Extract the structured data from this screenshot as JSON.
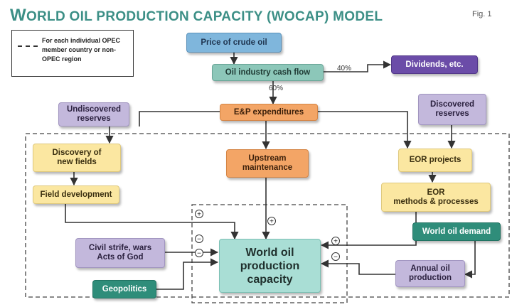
{
  "header": {
    "title_cap": "W",
    "title_rest": "ORLD OIL PRODUCTION CAPACITY (WOCAP) MODEL",
    "fig_label": "Fig. 1"
  },
  "legend": {
    "text": "For each individual OPEC member country or non-OPEC region"
  },
  "nodes": {
    "price": "Price of crude oil",
    "cashflow": "Oil industry cash flow",
    "dividends": "Dividends, etc.",
    "undiscovered": "Undiscovered\nreserves",
    "discovered": "Discovered\nreserves",
    "ep": "E&P expenditures",
    "discovery": "Discovery of\nnew fields",
    "upstream": "Upstream\nmaintenance",
    "eor_projects": "EOR projects",
    "field_dev": "Field development",
    "eor_methods": "EOR\nmethods & processes",
    "demand": "World oil demand",
    "civil": "Civil strife, wars\nActs of God",
    "central": "World oil\nproduction\ncapacity",
    "annual": "Annual oil\nproduction",
    "geopolitics": "Geopolitics"
  },
  "edge_labels": {
    "to_dividends": "40%",
    "to_ep": "60%"
  },
  "signs": {
    "plus": "+",
    "minus": "−"
  },
  "colors": {
    "title": "#3c8f86",
    "arrow": "#333333"
  }
}
